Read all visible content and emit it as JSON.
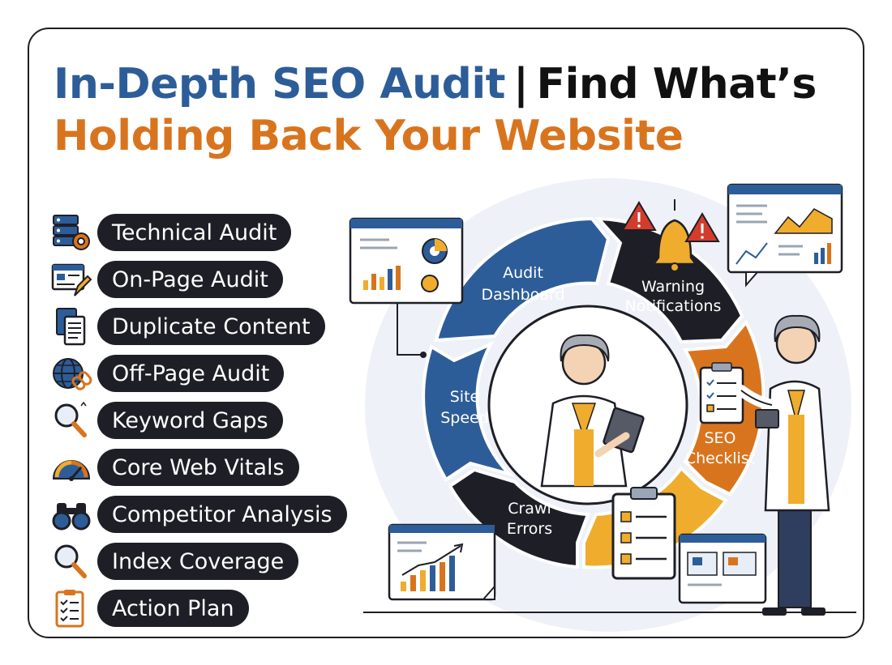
{
  "title": {
    "part1": "In-Depth SEO Audit",
    "separator": "|",
    "part2": "Find What’s",
    "line2": "Holding Back Your Website"
  },
  "features": [
    {
      "label": "Technical Audit",
      "icon": "server-gear-icon"
    },
    {
      "label": "On-Page Audit",
      "icon": "webpage-pencil-icon"
    },
    {
      "label": "Duplicate Content",
      "icon": "duplicate-documents-icon"
    },
    {
      "label": "Off-Page Audit",
      "icon": "globe-link-icon"
    },
    {
      "label": "Keyword Gaps",
      "icon": "magnifier-icon"
    },
    {
      "label": "Core Web Vitals",
      "icon": "speedometer-icon"
    },
    {
      "label": "Competitor Analysis",
      "icon": "binoculars-icon"
    },
    {
      "label": "Index Coverage",
      "icon": "magnifier-icon"
    },
    {
      "label": "Action Plan",
      "icon": "clipboard-checklist-icon"
    }
  ],
  "cycle": {
    "audit_dashboard": [
      "Audit",
      "Dashboard"
    ],
    "warning_notifications": [
      "Warning",
      "Notifications"
    ],
    "seo_checklist": [
      "SEO",
      "Checklist"
    ],
    "crawl_errors": [
      "Crawl",
      "Errors"
    ],
    "site_speed": [
      "Site",
      "Speed"
    ]
  },
  "colors": {
    "blue": "#2d5d99",
    "orange": "#d9741e",
    "dark": "#1e1f26",
    "gold": "#f0ac2c"
  }
}
